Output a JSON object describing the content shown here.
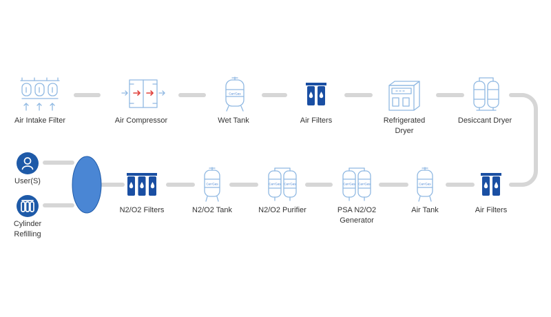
{
  "colors": {
    "pipe": "#d6d6d6",
    "outline": "#8fb8e2",
    "accent_red": "#e0403a",
    "filter_blue": "#1a4fa3",
    "badge_blue": "#1e5aa8",
    "vessel_blue": "#4a86d4",
    "text": "#333333"
  },
  "stages": {
    "air_intake_filter": {
      "label": "Air Intake Filter",
      "icon": "air-intake-filter-icon"
    },
    "air_compressor": {
      "label": "Air Compressor",
      "icon": "air-compressor-icon"
    },
    "wet_tank": {
      "label": "Wet Tank",
      "icon": "wet-tank-icon",
      "tag": "Can'Gas"
    },
    "air_filters_top": {
      "label": "Air Filters",
      "icon": "air-filters-icon"
    },
    "refrigerated_dryer": {
      "label_line1": "Refrigerated",
      "label_line2": "Dryer",
      "icon": "refrigerated-dryer-icon"
    },
    "desiccant_dryer": {
      "label": "Desiccant Dryer",
      "icon": "desiccant-dryer-icon"
    },
    "air_filters_bottom": {
      "label": "Air Filters",
      "icon": "air-filters-icon"
    },
    "air_tank": {
      "label": "Air Tank",
      "icon": "air-tank-icon",
      "tag": "Can'Gas"
    },
    "psa_generator": {
      "label_line1": "PSA N2/O2",
      "label_line2": "Generator",
      "icon": "psa-generator-icon",
      "tag": "Can'Gas"
    },
    "n2o2_purifier": {
      "label": "N2/O2 Purifier",
      "icon": "purifier-icon",
      "tag": "Can'Gas"
    },
    "n2o2_tank": {
      "label": "N2/O2 Tank",
      "icon": "n2o2-tank-icon",
      "tag": "Can'Gas"
    },
    "n2o2_filters": {
      "label": "N2/O2 Filters",
      "icon": "n2o2-filters-icon"
    },
    "distributor": {
      "icon": "distribution-vessel-icon"
    },
    "users": {
      "label": "User(S)",
      "icon": "user-icon"
    },
    "cylinder_refilling": {
      "label_line1": "Cylinder",
      "label_line2": "Refilling",
      "icon": "cylinder-icon"
    }
  }
}
